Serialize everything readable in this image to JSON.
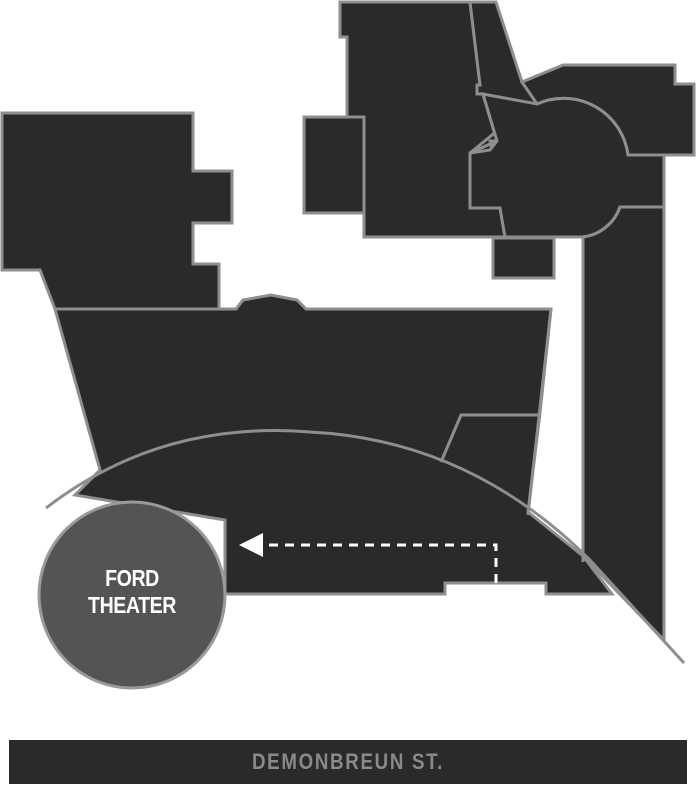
{
  "map": {
    "colors": {
      "building_fill": "#2a2a2c",
      "outline": "#8e8e8e",
      "highlight_fill": "#545456",
      "route": "#ffffff",
      "street_fill": "#2a2a2c",
      "street_text": "#8a8a8a",
      "background": "#ffffff"
    },
    "highlighted_venue": {
      "label_line1": "FORD",
      "label_line2": "THEATER"
    },
    "route": {
      "description": "dashed path with left-pointing arrow toward venue",
      "icon": "arrow-left-icon"
    },
    "street": {
      "label": "DEMONBREUN ST."
    }
  }
}
